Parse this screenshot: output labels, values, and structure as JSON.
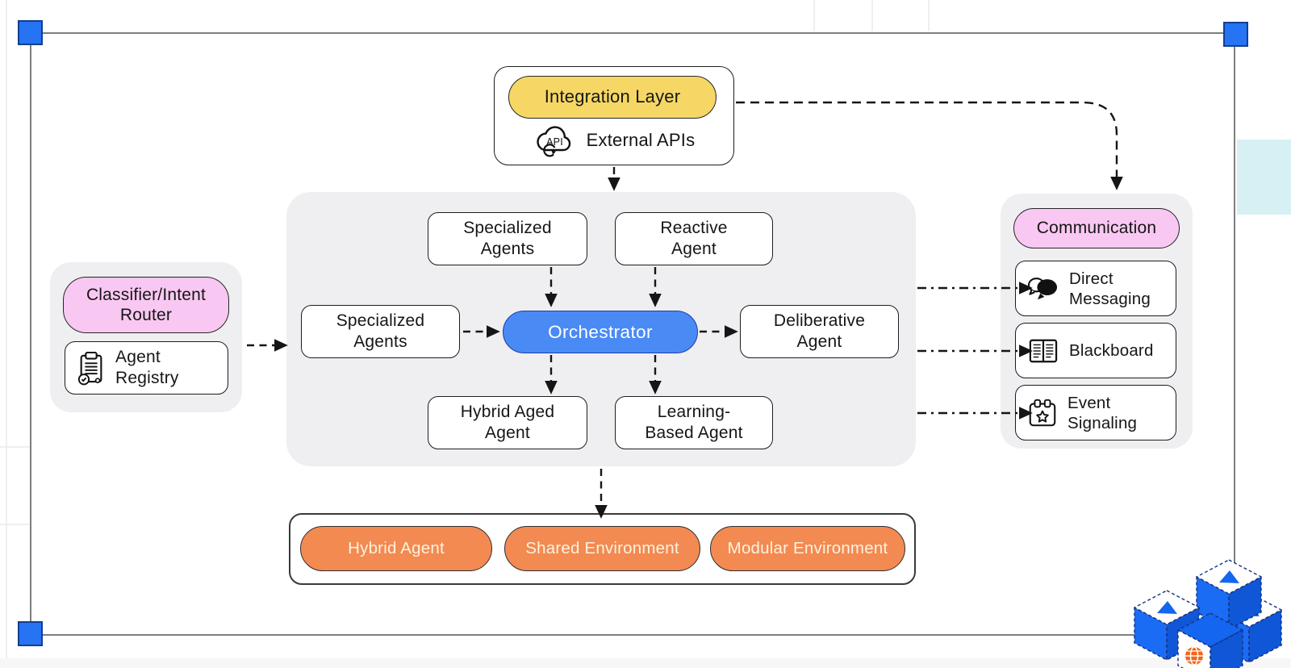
{
  "integration_layer": {
    "title": "Integration Layer",
    "external_apis": "External APIs"
  },
  "classifier_group": {
    "router": "Classifier/Intent\nRouter",
    "registry": "Agent\nRegistry"
  },
  "core": {
    "specialized_agents_top": "Specialized\nAgents",
    "reactive_agent": "Reactive\nAgent",
    "specialized_agents_left": "Specialized\nAgents",
    "orchestrator": "Orchestrator",
    "deliberative_agent": "Deliberative\nAgent",
    "hybrid_aged_agent": "Hybrid Aged\nAgent",
    "learning_based_agent": "Learning-\nBased Agent"
  },
  "communication": {
    "title": "Communication",
    "direct_messaging": "Direct\nMessaging",
    "blackboard": "Blackboard",
    "event_signaling": "Event\nSignaling"
  },
  "environments": {
    "hybrid_agent": "Hybrid Agent",
    "shared_environment": "Shared Environment",
    "modular_environment": "Modular Environment"
  },
  "colors": {
    "yellow": "#F6D765",
    "pink": "#F9C8F2",
    "blue": "#4A8AF4",
    "orange": "#F28A52",
    "container_gray": "#EFEFF1",
    "handle_blue": "#2673F3",
    "cube_blue": "#1465EF",
    "cyan": "#D7F0F3",
    "arrow": "#151515"
  }
}
